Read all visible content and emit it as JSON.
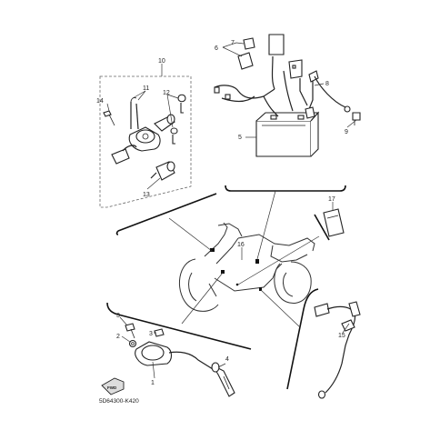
{
  "diagram": {
    "catalog_code": "5D64300-K420",
    "fwd_label": "FWD",
    "part_numbers": {
      "p1": "1",
      "p2": "2",
      "p3": "3",
      "p4": "4",
      "p5": "5",
      "p6": "6",
      "p7": "7",
      "p8": "8",
      "p9": "9",
      "p10": "10",
      "p11": "11",
      "p12": "12",
      "p13": "13",
      "p14": "14",
      "p15": "15",
      "p16": "16",
      "p17": "17"
    }
  }
}
